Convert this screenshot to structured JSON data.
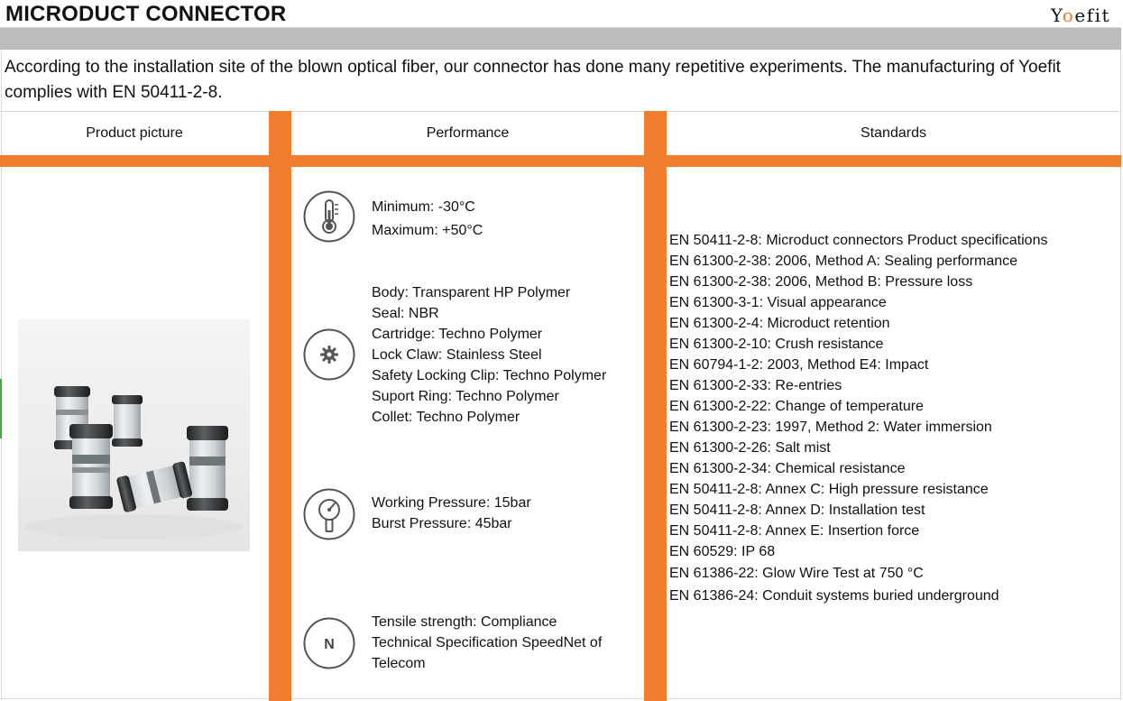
{
  "header": {
    "title": "MICRODUCT CONNECTOR",
    "brand_prefix": "Y",
    "brand_accent": "o",
    "brand_suffix": "efit"
  },
  "intro": {
    "text": "According to the installation site of the blown optical fiber, our connector has done many repetitive experiments. The manufacturing of Yoefit complies with EN 50411-2-8."
  },
  "columns": {
    "product": "Product picture",
    "performance": "Performance",
    "standards": "Standards"
  },
  "performance": {
    "temperature": [
      "Minimum: -30°C",
      "Maximum: +50°C"
    ],
    "materials": [
      "Body: Transparent HP Polymer",
      "Seal: NBR",
      "Cartridge: Techno Polymer",
      "Lock Claw: Stainless Steel",
      "Safety Locking Clip: Techno Polymer",
      "Suport Ring: Techno Polymer",
      "Collet: Techno Polymer"
    ],
    "pressure": [
      "Working Pressure: 15bar",
      "Burst Pressure: 45bar"
    ],
    "tensile": [
      "Tensile strength: Compliance",
      "Technical Specification SpeedNet of",
      "Telecom"
    ],
    "tensile_icon_letter": "N"
  },
  "standards": [
    "EN 50411-2-8: Microduct connectors Product specifications",
    "EN 61300-2-38: 2006, Method A: Sealing performance",
    "EN 61300-2-38: 2006, Method B: Pressure loss",
    "EN 61300-3-1: Visual appearance",
    "EN 61300-2-4: Microduct retention",
    "EN 61300-2-10: Crush resistance",
    "EN 60794-1-2: 2003, Method E4: Impact",
    "EN 61300-2-33: Re-entries",
    "EN 61300-2-22: Change of temperature",
    "EN 61300-2-23: 1997, Method 2: Water immersion",
    "EN 61300-2-26: Salt mist",
    "EN 61300-2-34: Chemical resistance",
    "EN 50411-2-8: Annex C: High pressure resistance",
    "EN 50411-2-8: Annex D: Installation test",
    "EN 50411-2-8: Annex E: Insertion force",
    "EN 60529: IP 68",
    "EN 61386-22: Glow Wire Test at 750 °C",
    "EN 61386-24: Conduit systems buried underground"
  ],
  "colors": {
    "accent": "#f07e2e",
    "header_bar": "#bcbcbc",
    "icon_stroke": "#555555"
  },
  "icons": {
    "temperature": "thermometer-icon",
    "materials": "gear-icon",
    "pressure": "pressure-gauge-icon",
    "tensile": "letter-n-icon"
  }
}
